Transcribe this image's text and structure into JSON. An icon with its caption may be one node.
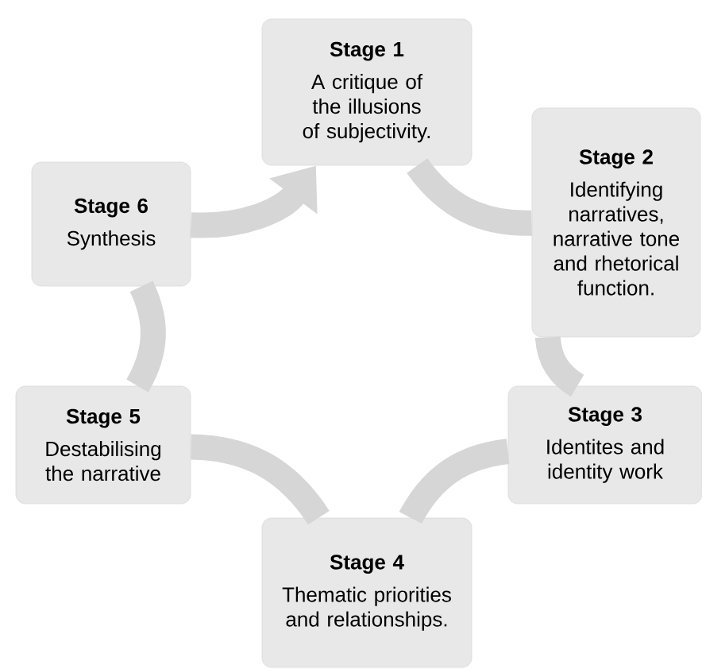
{
  "diagram": {
    "nodes": [
      {
        "text": [
          "Stage 1",
          "A critique of the illusions of subjectivity."
        ]
      },
      {
        "text": [
          "Stage 2",
          "Identifying narratives, narrative tone and rhetorical function."
        ]
      },
      {
        "text": [
          "Stage 3",
          "Identites and identity work"
        ]
      },
      {
        "text": [
          "Stage 4",
          "Thematic priorities and relationships."
        ]
      },
      {
        "text": [
          "Stage 5",
          "Destabilising the narrative"
        ]
      },
      {
        "text": [
          "Stage 6",
          "Synthesis"
        ]
      }
    ],
    "edges": [
      {
        "from": 0,
        "to": 1,
        "arrow": "none"
      },
      {
        "from": 1,
        "to": 2,
        "arrow": "none"
      },
      {
        "from": 2,
        "to": 3,
        "arrow": "none"
      },
      {
        "from": 3,
        "to": 4,
        "arrow": "none"
      },
      {
        "from": 4,
        "to": 5,
        "arrow": "none"
      },
      {
        "from": 5,
        "to": 0,
        "arrow": "to"
      }
    ]
  }
}
